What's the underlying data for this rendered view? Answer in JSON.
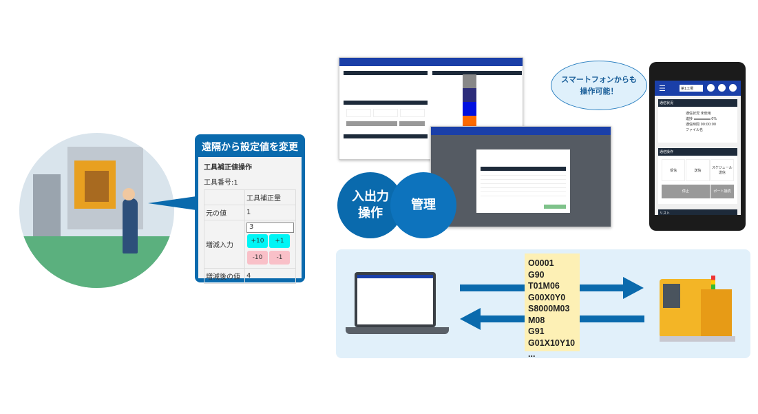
{
  "callout": {
    "title": "遠隔から設定値を変更",
    "heading": "工具補正値操作",
    "tool_no": "工具番号:1",
    "col_header": "工具補正量",
    "rows": {
      "original_label": "元の値",
      "original_value": "1",
      "input_label": "増減入力",
      "input_value": "3",
      "after_label": "増減後の値",
      "after_value": "4"
    },
    "buttons": [
      "+10",
      "+1",
      "-10",
      "-1"
    ]
  },
  "circles": {
    "io": "入出力\n操作",
    "manage": "管理"
  },
  "bubble": {
    "line1": "スマートフォンからも",
    "line2": "操作可能！"
  },
  "tablet": {
    "factory_select": "第1工場",
    "sections": {
      "status": "通信状況",
      "ops": "通信操作",
      "list": "リスト"
    },
    "status_labels": [
      "通信状況",
      "進捗",
      "通信時間",
      "ファイル名"
    ],
    "status_values": [
      "未使用",
      "0%",
      "00:00:00",
      ""
    ],
    "buttons": {
      "receive": "受信",
      "send": "送信",
      "schedule": "スケジュール送信",
      "stop": "停止",
      "port": "ポート接続"
    }
  },
  "code": [
    "O0001",
    "G90",
    "T01M06",
    "G00X0Y0",
    "S8000M03",
    "M08",
    "G91",
    "G01X10Y10",
    "..."
  ],
  "colors": {
    "brand_blue": "#0a6aad",
    "header_blue": "#1a3fa8",
    "panel_bg": "#e1f0fa",
    "code_bg": "#fdf0b5"
  }
}
